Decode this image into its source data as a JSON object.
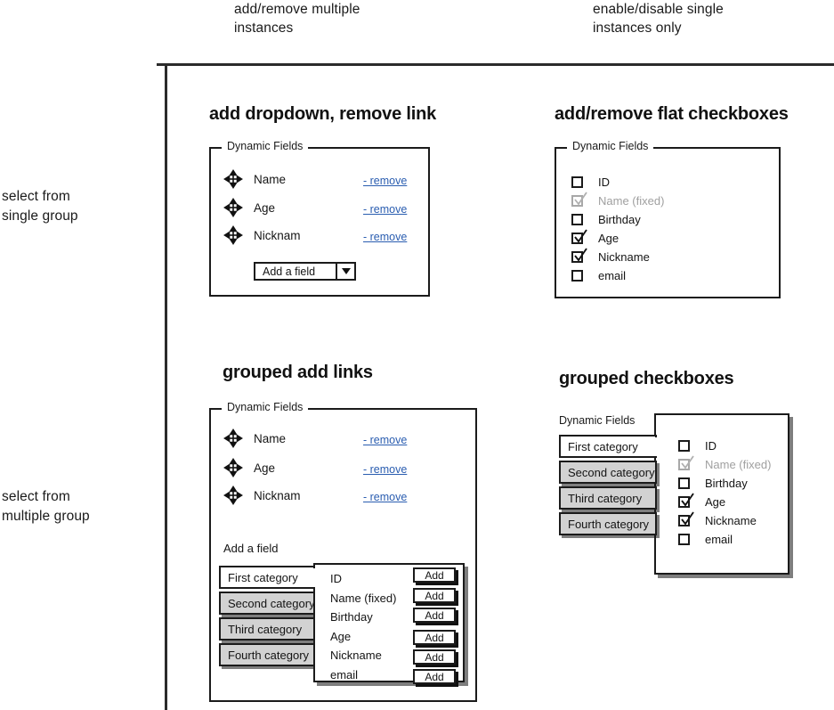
{
  "matrix": {
    "col_headers": [
      {
        "line1": "add/remove multiple",
        "line2": "instances"
      },
      {
        "line1": "enable/disable single",
        "line2": "instances only"
      }
    ],
    "row_headers": [
      {
        "line1": "select from",
        "line2": "single group"
      },
      {
        "line1": "select from",
        "line2": "multiple group"
      }
    ]
  },
  "legend_text": "Dynamic Fields",
  "quadrants": {
    "add_dropdown_remove_link": {
      "title": "add dropdown, remove link",
      "legend": "Dynamic Fields",
      "rows": [
        {
          "label": "Name",
          "remove": "- remove",
          "icon": "move-icon"
        },
        {
          "label": "Age",
          "remove": "- remove",
          "icon": "move-icon"
        },
        {
          "label": "Nicknam",
          "remove": "- remove",
          "icon": "move-icon"
        }
      ],
      "dropdown": {
        "value": "Add a field",
        "icon": "chevron-down-icon"
      }
    },
    "flat_checkboxes": {
      "title": "add/remove flat checkboxes",
      "legend": "Dynamic Fields",
      "items": [
        {
          "label": "ID",
          "checked": false,
          "disabled": false
        },
        {
          "label": "Name (fixed)",
          "checked": true,
          "disabled": true
        },
        {
          "label": "Birthday",
          "checked": false,
          "disabled": false
        },
        {
          "label": "Age",
          "checked": true,
          "disabled": false
        },
        {
          "label": "Nickname",
          "checked": true,
          "disabled": false
        },
        {
          "label": "email",
          "checked": false,
          "disabled": false
        }
      ]
    },
    "grouped_add_links": {
      "title": "grouped add links",
      "legend": "Dynamic Fields",
      "rows": [
        {
          "label": "Name",
          "remove": "- remove",
          "icon": "move-icon"
        },
        {
          "label": "Age",
          "remove": "- remove",
          "icon": "move-icon"
        },
        {
          "label": "Nicknam",
          "remove": "- remove",
          "icon": "move-icon"
        }
      ],
      "add_a_field_label": "Add a field",
      "tabs": [
        {
          "label": "First category",
          "selected": true
        },
        {
          "label": "Second category",
          "selected": false
        },
        {
          "label": "Third category",
          "selected": false
        },
        {
          "label": "Fourth category",
          "selected": false
        }
      ],
      "popup_items": [
        {
          "label": "ID",
          "button": "Add"
        },
        {
          "label": "Name (fixed)",
          "button": "Add"
        },
        {
          "label": "Birthday",
          "button": "Add"
        },
        {
          "label": "Age",
          "button": "Add"
        },
        {
          "label": "Nickname",
          "button": "Add"
        },
        {
          "label": "email",
          "button": "Add"
        }
      ]
    },
    "grouped_checkboxes": {
      "title": "grouped checkboxes",
      "legend": "Dynamic Fields",
      "tabs": [
        {
          "label": "First category",
          "selected": true
        },
        {
          "label": "Second category",
          "selected": false
        },
        {
          "label": "Third category",
          "selected": false
        },
        {
          "label": "Fourth category",
          "selected": false
        }
      ],
      "items": [
        {
          "label": "ID",
          "checked": false,
          "disabled": false
        },
        {
          "label": "Name (fixed)",
          "checked": true,
          "disabled": true
        },
        {
          "label": "Birthday",
          "checked": false,
          "disabled": false
        },
        {
          "label": "Age",
          "checked": true,
          "disabled": false
        },
        {
          "label": "Nickname",
          "checked": true,
          "disabled": false
        },
        {
          "label": "email",
          "checked": false,
          "disabled": false
        }
      ]
    }
  },
  "colors": {
    "link": "#2a5db0",
    "ink": "#1b1b1b",
    "tab_grey": "#d2d2d2",
    "disabled": "#a0a0a0"
  }
}
